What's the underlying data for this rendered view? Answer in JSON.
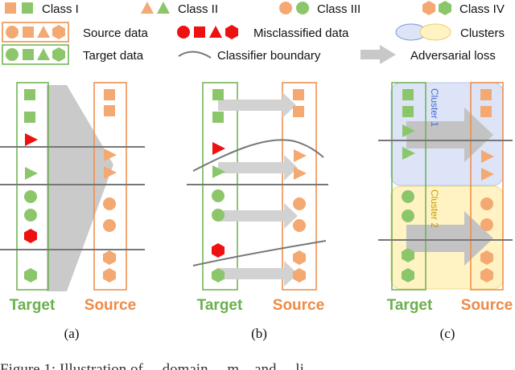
{
  "legend": {
    "class_1": "Class I",
    "class_2": "Class II",
    "class_3": "Class III",
    "class_4": "Class IV",
    "source_data": "Source data",
    "misclassified_data": "Misclassified data",
    "clusters": "Clusters",
    "target_data": "Target data",
    "classifier_boundary": "Classifier boundary",
    "adversarial_loss": "Adversarial loss"
  },
  "panels": {
    "target_label": "Target",
    "source_label": "Source",
    "sub_a": "(a)",
    "sub_b": "(b)",
    "sub_c": "(c)",
    "cluster_1": "Cluster 1",
    "cluster_2": "Cluster 2"
  },
  "caption": "Figure 1: Illustration of ... domain ... m... and ... li...",
  "colors": {
    "target": "#8cc66a",
    "target_border": "#6ab04c",
    "source": "#f4a872",
    "source_border": "#ee8a45",
    "misclassified": "#ee1111",
    "arrow": "#c8c8c8",
    "boundary": "#777777",
    "cluster_1_fill": "#dde4f7",
    "cluster_2_fill": "#fff3c4"
  }
}
